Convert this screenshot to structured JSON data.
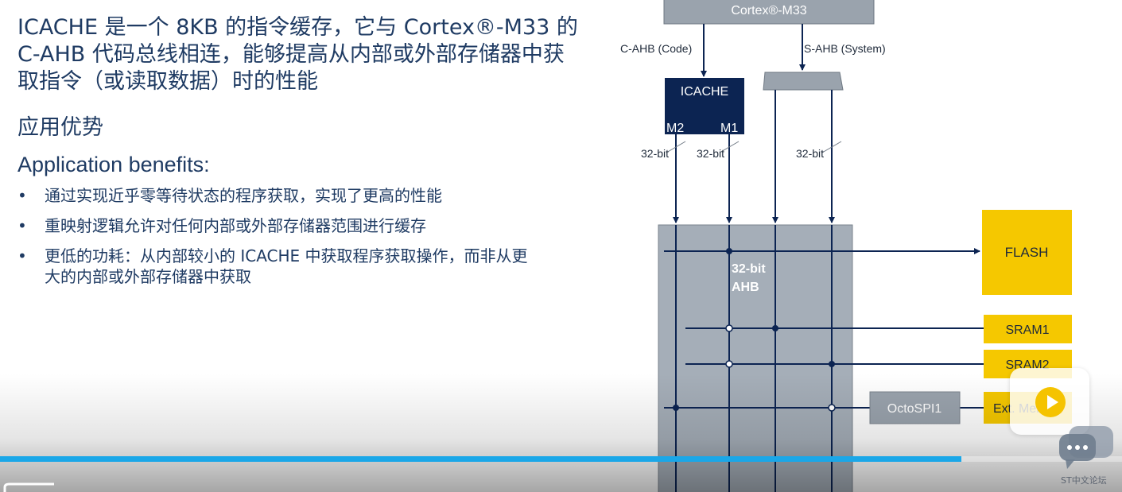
{
  "slide": {
    "intro_lines": [
      "ICACHE 是一个 8KB 的指令缓存，它与 Cortex®-M33 的",
      "C-AHB 代码总线相连，能够提高从内部或外部存储器中获",
      "取指令（或读取数据）时的性能"
    ],
    "heading_cn": "应用优势",
    "heading_en": "Application benefits:",
    "bullet_marker": "•",
    "bullets": [
      {
        "lines": [
          "通过实现近乎零等待状态的程序获取，实现了更高的性能"
        ]
      },
      {
        "lines": [
          "重映射逻辑允许对任何内部或外部存储器范围进行缓存"
        ]
      },
      {
        "lines": [
          "更低的功耗：从内部较小的 ICACHE 中获取程序获取操作，而非从更",
          "大的内部或外部存储器中获取"
        ]
      }
    ]
  },
  "diagram": {
    "cpu_label": "Cortex®-M33",
    "c_ahb_label": "C-AHB (Code)",
    "s_ahb_label": "S-AHB (System)",
    "icache_label": "ICACHE",
    "m2_label": "M2",
    "m1_label": "M1",
    "bit_label_1": "32-bit",
    "bit_label_2": "32-bit",
    "bit_label_3": "32-bit",
    "bus_label_1": "32-bit",
    "bus_label_2": "AHB",
    "flash_label": "FLASH",
    "sram1_label": "SRAM1",
    "sram2_label": "SRAM2",
    "octospi_label": "OctoSPI1",
    "extmem_label": "Ext. Mem",
    "colors": {
      "navy": "#0c2452",
      "yellow": "#f5c800",
      "grey_box": "#9aa3ad",
      "bus_matrix": "#a5aeb8",
      "line": "#0c2452"
    }
  },
  "player": {
    "progress_fraction": 0.857,
    "progress_color": "#1aa7e8",
    "play_icon": "play-icon",
    "chat_icon": "chat-icon",
    "watermark": "ST中文论坛"
  }
}
